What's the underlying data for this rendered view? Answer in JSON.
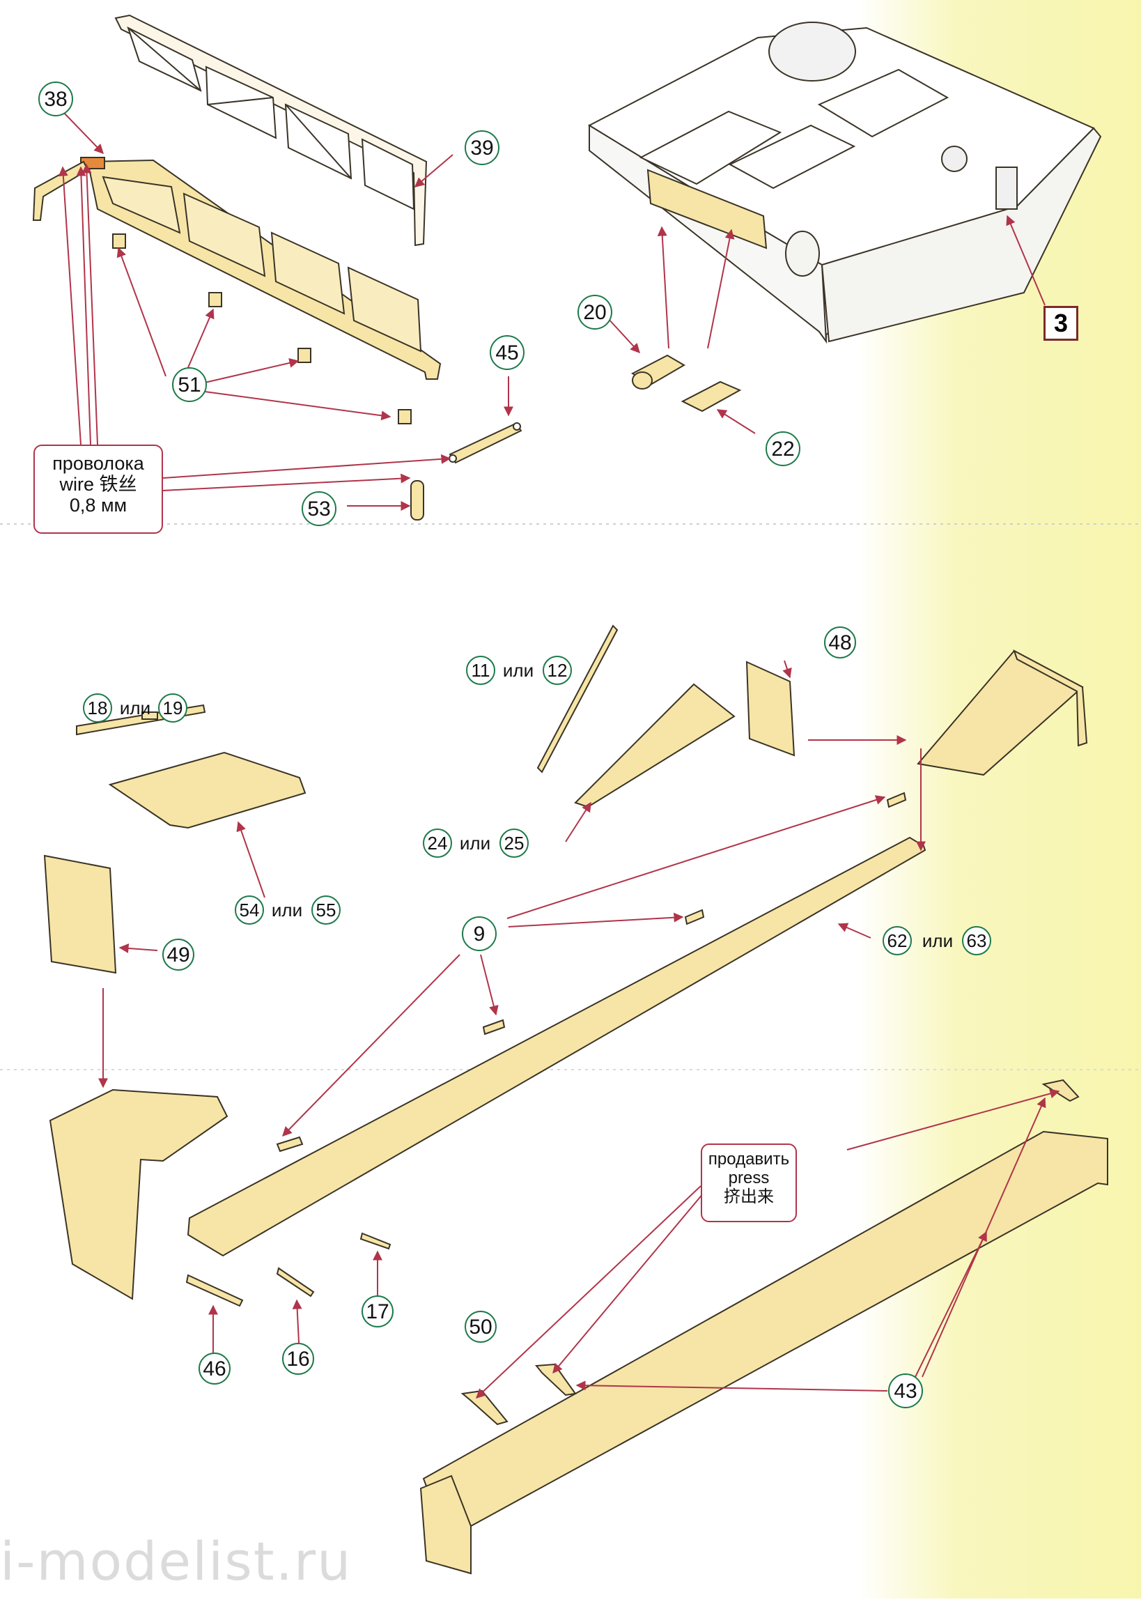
{
  "callouts": {
    "c38": "38",
    "c39": "39",
    "c51": "51",
    "c45": "45",
    "c53": "53",
    "c20": "20",
    "c22": "22",
    "c11": "11",
    "c12": "12",
    "c48": "48",
    "c18": "18",
    "c19": "19",
    "c24": "24",
    "c25": "25",
    "c54": "54",
    "c55": "55",
    "c49": "49",
    "c9": "9",
    "c62": "62",
    "c63": "63",
    "c46": "46",
    "c16": "16",
    "c17": "17",
    "c50": "50",
    "c43": "43"
  },
  "or_word": "или",
  "wire_note": {
    "line1": "проволока",
    "line2": "wire  铁丝",
    "line3": "0,8 мм"
  },
  "press_note": {
    "line1": "продавить",
    "line2": "press",
    "line3": "挤出来"
  },
  "step_number": "3",
  "watermark": "i-modelist.ru",
  "colors": {
    "part_fill": "#f6e5a6",
    "part_stroke": "#3a3326",
    "callout_circle": "#1e7a4a",
    "leader": "#b0344a",
    "highlight": "#f3f08a"
  }
}
